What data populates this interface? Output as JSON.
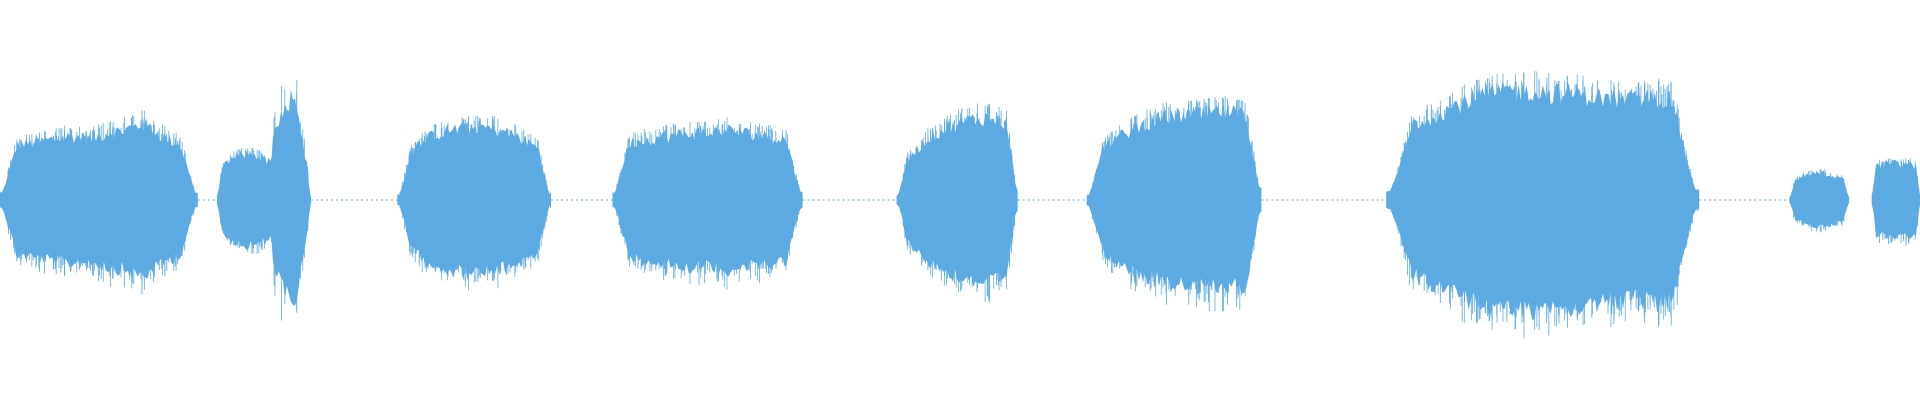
{
  "waveform": {
    "color": "#5dabe2",
    "background": "#ffffff",
    "duration_fraction_total": 1.0,
    "segments": [
      {
        "name": "segment-1",
        "start": 0.0,
        "end": 0.103,
        "env": [
          0.32,
          0.36,
          0.38,
          0.4,
          0.42,
          0.4,
          0.44,
          0.46,
          0.5,
          0.42,
          0.36,
          0.3
        ]
      },
      {
        "name": "segment-2",
        "start": 0.113,
        "end": 0.145,
        "env": [
          0.18,
          0.26,
          0.3,
          0.3,
          0.26,
          0.22
        ]
      },
      {
        "name": "segment-3",
        "start": 0.14,
        "end": 0.162,
        "env": [
          0.3,
          0.45,
          0.55,
          0.62,
          0.7,
          0.55,
          0.3,
          0.1
        ],
        "spiky": true
      },
      {
        "name": "segment-4",
        "start": 0.207,
        "end": 0.287,
        "env": [
          0.22,
          0.34,
          0.42,
          0.46,
          0.48,
          0.48,
          0.46,
          0.42,
          0.36,
          0.28
        ]
      },
      {
        "name": "segment-5",
        "start": 0.319,
        "end": 0.418,
        "env": [
          0.3,
          0.38,
          0.4,
          0.42,
          0.44,
          0.44,
          0.46,
          0.44,
          0.42,
          0.4,
          0.36
        ]
      },
      {
        "name": "segment-6",
        "start": 0.467,
        "end": 0.53,
        "env": [
          0.18,
          0.32,
          0.42,
          0.48,
          0.52,
          0.54,
          0.52,
          0.46
        ]
      },
      {
        "name": "segment-7",
        "start": 0.566,
        "end": 0.657,
        "env": [
          0.22,
          0.36,
          0.44,
          0.5,
          0.54,
          0.56,
          0.56,
          0.58,
          0.56,
          0.5
        ]
      },
      {
        "name": "segment-8",
        "start": 0.722,
        "end": 0.885,
        "env": [
          0.36,
          0.48,
          0.54,
          0.6,
          0.66,
          0.7,
          0.72,
          0.72,
          0.7,
          0.7,
          0.68,
          0.66,
          0.66,
          0.68,
          0.64,
          0.4
        ]
      },
      {
        "name": "segment-9",
        "start": 0.932,
        "end": 0.963,
        "env": [
          0.1,
          0.16,
          0.18,
          0.16,
          0.12
        ]
      },
      {
        "name": "segment-10",
        "start": 0.975,
        "end": 1.0,
        "env": [
          0.22,
          0.24,
          0.24,
          0.22
        ]
      }
    ],
    "quiet_gaps": [
      {
        "start": 0.103,
        "end": 0.113
      },
      {
        "start": 0.162,
        "end": 0.207
      },
      {
        "start": 0.287,
        "end": 0.319
      },
      {
        "start": 0.418,
        "end": 0.467
      },
      {
        "start": 0.53,
        "end": 0.566
      },
      {
        "start": 0.657,
        "end": 0.722
      },
      {
        "start": 0.885,
        "end": 0.932
      }
    ]
  }
}
